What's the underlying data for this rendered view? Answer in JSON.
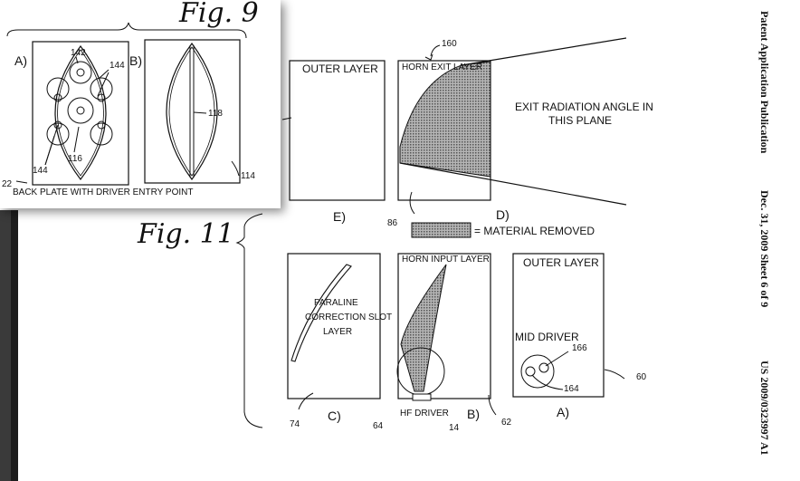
{
  "header": {
    "publication": "Patent Application Publication",
    "date_sheet": "Dec. 31, 2009   Sheet 6 of 9",
    "number": "US 2009/0323997 A1"
  },
  "fig9": {
    "title": "Fig. 9",
    "panel_a": "A)",
    "panel_b": "B)",
    "ref_142": "142",
    "ref_144a": "144",
    "ref_144b": "144",
    "ref_116": "116",
    "ref_118": "118",
    "ref_114": "114",
    "ref_22": "22",
    "caption": "BACK PLATE WITH DRIVER ENTRY POINT"
  },
  "fig11": {
    "title": "Fig. 11",
    "outer_layer_top": "OUTER LAYER",
    "horn_exit_layer": "HORN EXIT LAYER",
    "ref_160": "160",
    "exit_radiation_l1": "EXIT RADIATION ANGLE IN",
    "exit_radiation_l2": "THIS PLANE",
    "panel_e": "E)",
    "panel_d": "D)",
    "ref_86": "86",
    "legend": "= MATERIAL REMOVED",
    "paraline_l1": "PARALINE",
    "paraline_l2": "CORRECTION SLOT",
    "paraline_l3": "LAYER",
    "horn_input_layer": "HORN INPUT LAYER",
    "outer_layer_bottom": "OUTER LAYER",
    "mid_driver": "MID DRIVER",
    "ref_166": "166",
    "ref_164": "164",
    "ref_60": "60",
    "panel_c": "C)",
    "panel_b": "B)",
    "panel_a": "A)",
    "hf_driver": "HF DRIVER",
    "ref_74": "74",
    "ref_64": "64",
    "ref_14": "14",
    "ref_62": "62"
  },
  "colors": {
    "ink": "#111111",
    "hatch": "#8a8a8a",
    "shadow_bar": "#3a3a3a"
  }
}
